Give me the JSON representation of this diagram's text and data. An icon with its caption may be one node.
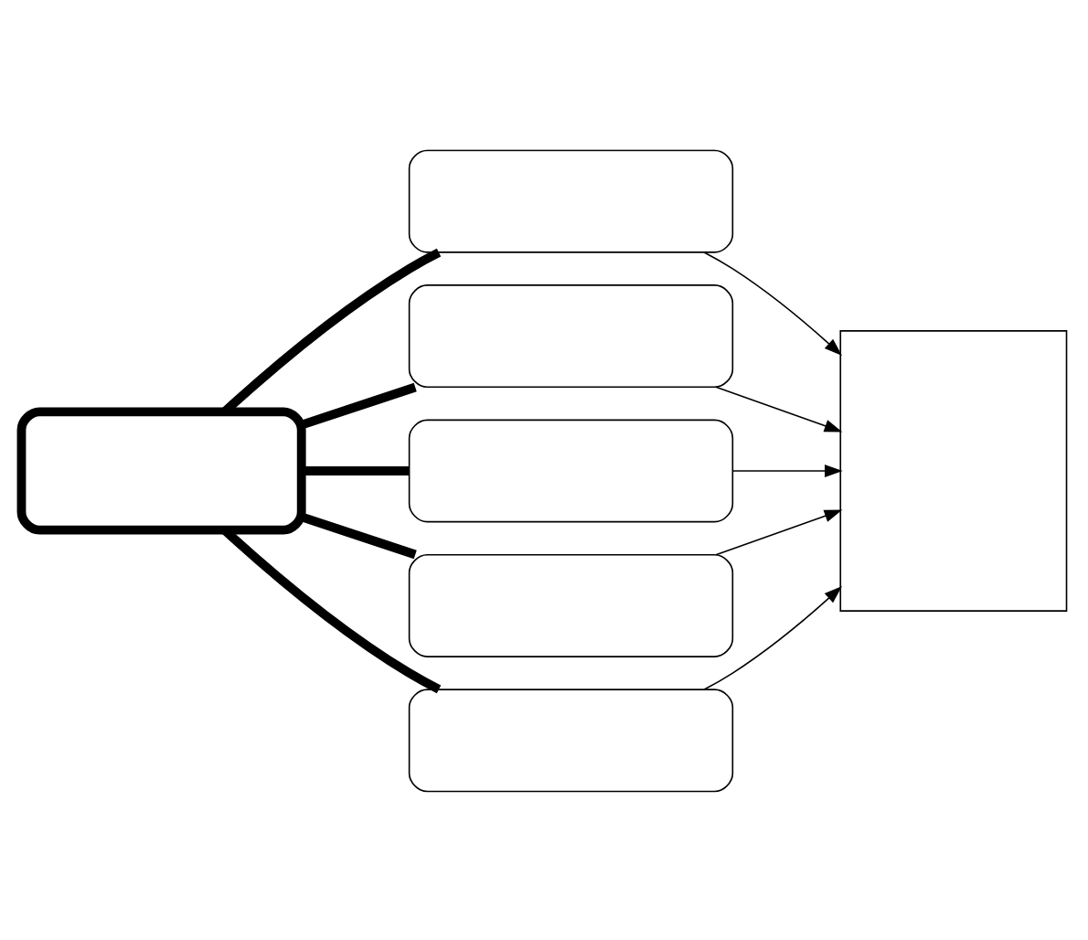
{
  "diagram": {
    "nodes": [
      {
        "text": [],
        "shape": "box"
      },
      {
        "text": [],
        "shape": "box"
      },
      {
        "text": [],
        "shape": "box"
      },
      {
        "text": [],
        "shape": "box"
      },
      {
        "text": [],
        "shape": "box"
      },
      {
        "text": [],
        "shape": "box"
      },
      {
        "text": [],
        "shape": "box"
      }
    ],
    "edges": [
      {
        "from": 0,
        "to": 1,
        "arrow": "none",
        "style": "thick"
      },
      {
        "from": 0,
        "to": 2,
        "arrow": "none",
        "style": "thick"
      },
      {
        "from": 0,
        "to": 3,
        "arrow": "none",
        "style": "thick"
      },
      {
        "from": 0,
        "to": 4,
        "arrow": "none",
        "style": "thick"
      },
      {
        "from": 0,
        "to": 5,
        "arrow": "none",
        "style": "thick"
      },
      {
        "from": 1,
        "to": 6,
        "arrow": "to"
      },
      {
        "from": 2,
        "to": 6,
        "arrow": "to"
      },
      {
        "from": 3,
        "to": 6,
        "arrow": "to"
      },
      {
        "from": 4,
        "to": 6,
        "arrow": "to"
      },
      {
        "from": 5,
        "to": 6,
        "arrow": "to"
      }
    ]
  }
}
